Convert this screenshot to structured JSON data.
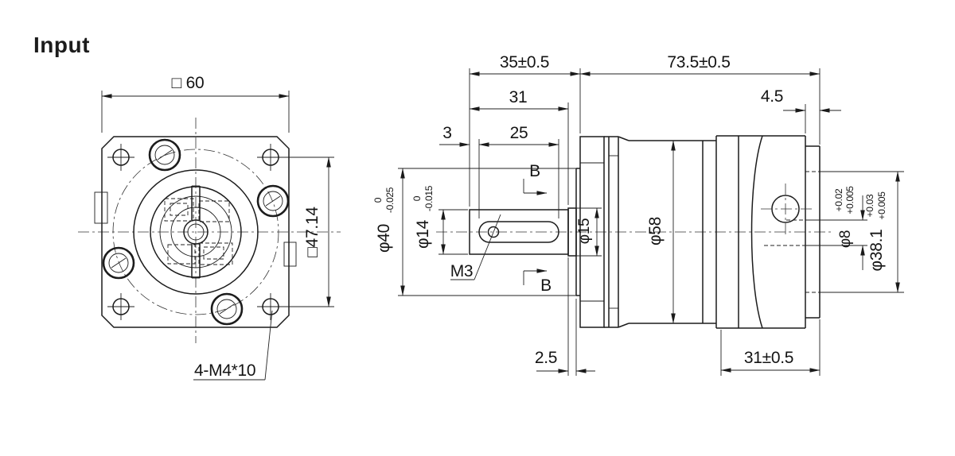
{
  "title": "Input",
  "front_view": {
    "dim_width": "□ 60",
    "dim_bolt_square": "□47.14",
    "holes_label": "4-M4*10"
  },
  "side_view": {
    "dim_shaft_assembly": "35±0.5",
    "dim_body_length": "73.5±0.5",
    "dim_shaft_length": "31",
    "dim_key_offset": "3",
    "dim_keyway_length": "25",
    "dim_rear_step": "4.5",
    "dim_collar_width": "2.5",
    "dim_rear_length": "31±0.5",
    "dim_collar_dia": "φ15",
    "dim_body_dia": "φ58",
    "thread_label": "M3",
    "section_mark": "B",
    "dim_boss_dia": {
      "main": "φ40",
      "upper": "0",
      "lower": "-0.025"
    },
    "dim_shaft_dia": {
      "main": "φ14",
      "upper": "0",
      "lower": "-0.015"
    },
    "dim_rear_hole_dia": {
      "main": "φ8",
      "upper": "+0.02",
      "lower": "+0.005"
    },
    "dim_rear_bore_dia": {
      "main": "φ38.1",
      "upper": "+0.03",
      "lower": "+0.005"
    }
  }
}
